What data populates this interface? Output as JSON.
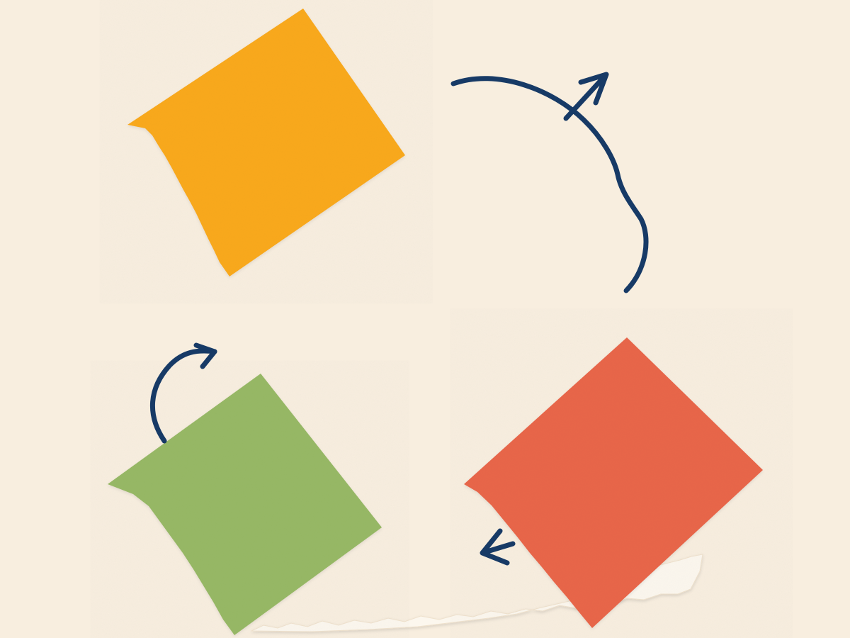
{
  "scene": {
    "background_color": "#f8eedf",
    "ink_color": "#173a66",
    "torn_paper_color": "#fcf7ee",
    "cards": [
      {
        "name": "orange-card",
        "color": "#f9a91b"
      },
      {
        "name": "red-card",
        "color": "#e8664a"
      },
      {
        "name": "green-card",
        "color": "#97b865"
      }
    ],
    "arrows": [
      {
        "name": "top-right-curved-arrow"
      },
      {
        "name": "bottom-left-curved-arrow"
      },
      {
        "name": "bottom-center-arrow"
      }
    ]
  }
}
